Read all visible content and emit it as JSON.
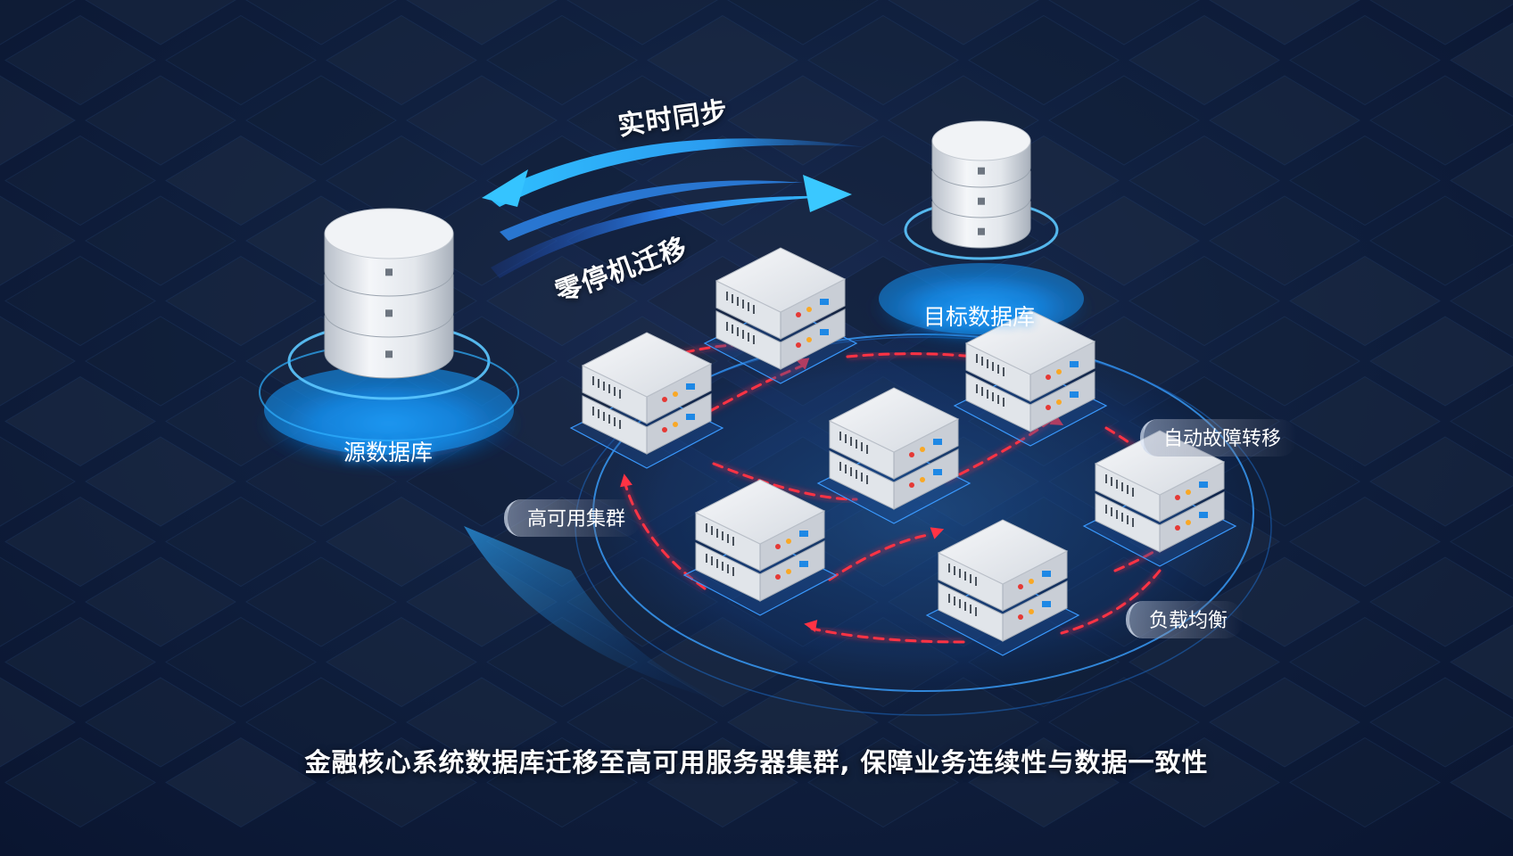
{
  "labels": {
    "source_db": "源数据库",
    "target_db": "目标数据库",
    "realtime_sync": "实时同步",
    "zero_downtime": "零停机迁移",
    "ha_cluster": "高可用集群",
    "auto_failover": "自动故障转移",
    "load_balance": "负载均衡"
  },
  "caption": "金融核心系统数据库迁移至高可用服务器集群, 保障业务连续性与数据一致性",
  "colors": {
    "background": "#10203f",
    "glow_blue": "#1fa3ff",
    "arrow_blue": "#29b6f6",
    "dashed_red": "#ff2a3c",
    "server_body": "#e8ebf0"
  }
}
